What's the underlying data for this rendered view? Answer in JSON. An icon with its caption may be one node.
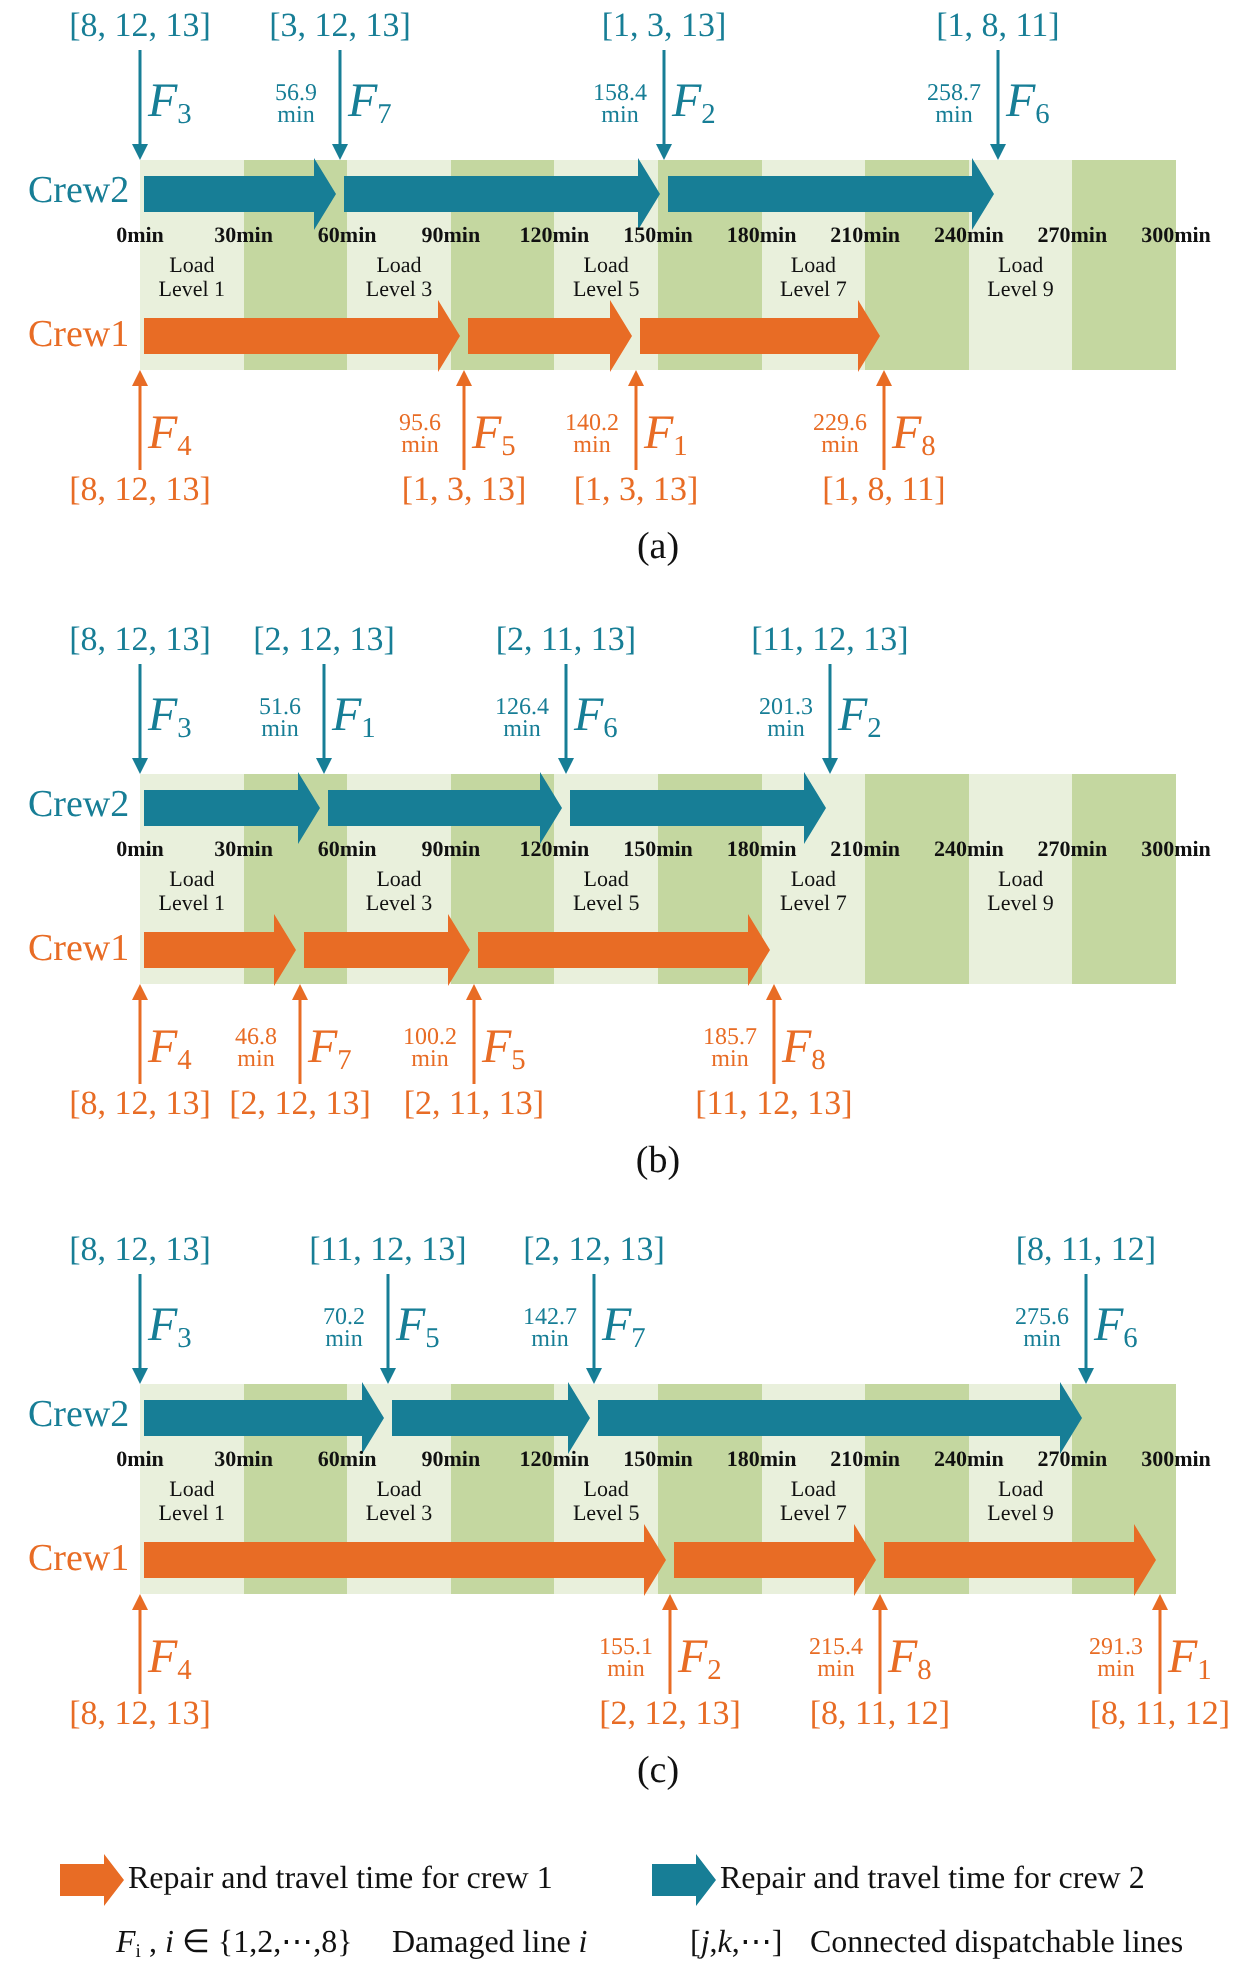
{
  "diagram": {
    "nodes": [
      {
        "text": [
          "Load Level 1",
          "Load Level 3",
          "Load Level 5",
          "Load Level 7",
          "Load Level 9"
        ]
      },
      {
        "text": [
          "*F*$_{3}$"
        ],
        "beside": [
          "[8, 12, 13]"
        ]
      },
      {
        "text": [
          "*F*$_{7}$"
        ],
        "beside": [
          "56.9 min",
          "[3, 12, 13]"
        ]
      },
      {
        "text": [
          "*F*$_{2}$"
        ],
        "beside": [
          "158.4 min",
          "[1, 3, 13]"
        ]
      },
      {
        "text": [
          "*F*$_{6}$"
        ],
        "beside": [
          "258.7 min",
          "[1, 8, 11]"
        ]
      },
      {
        "text": [
          "*F*$_{4}$"
        ],
        "beside": [
          "[8, 12, 13]"
        ]
      },
      {
        "text": [
          "*F*$_{5}$"
        ],
        "beside": [
          "95.6 min",
          "[1, 3, 13]"
        ]
      },
      {
        "text": [
          "*F*$_{1}$"
        ],
        "beside": [
          "140.2 min",
          "[1, 3, 13]"
        ]
      },
      {
        "text": [
          "*F*$_{8}$"
        ],
        "beside": [
          "229.6 min",
          "[1, 8, 11]"
        ]
      },
      {
        "text": [
          "Load Level 1",
          "Load Level 3",
          "Load Level 5",
          "Load Level 7",
          "Load Level 9"
        ]
      },
      {
        "text": [
          "*F*$_{3}$"
        ],
        "beside": [
          "[8, 12, 13]"
        ]
      },
      {
        "text": [
          "*F*$_{1}$"
        ],
        "beside": [
          "51.6 min",
          "[2, 12, 13]"
        ]
      },
      {
        "text": [
          "*F*$_{6}$"
        ],
        "beside": [
          "126.4 min",
          "[2, 11, 13]"
        ]
      },
      {
        "text": [
          "*F*$_{2}$"
        ],
        "beside": [
          "201.3 min",
          "[11, 12, 13]"
        ]
      },
      {
        "text": [
          "*F*$_{4}$"
        ],
        "beside": [
          "[8, 12, 13]"
        ]
      },
      {
        "text": [
          "*F*$_{7}$"
        ],
        "beside": [
          "46.8 min",
          "[2, 12, 13]"
        ]
      },
      {
        "text": [
          "*F*$_{5}$"
        ],
        "beside": [
          "100.2 min",
          "[2, 11, 13]"
        ]
      },
      {
        "text": [
          "*F*$_{8}$"
        ],
        "beside": [
          "185.7 min",
          "[11, 12, 13]"
        ]
      },
      {
        "text": [
          "Load Level 1",
          "Load Level 3",
          "Load Level 5",
          "Load Level 7",
          "Load Level 9"
        ]
      },
      {
        "text": [
          "*F*$_{3}$"
        ],
        "beside": [
          "[8, 12, 13]"
        ]
      },
      {
        "text": [
          "*F*$_{5}$"
        ],
        "beside": [
          "70.2 min",
          "[11, 12, 13]"
        ]
      },
      {
        "text": [
          "*F*$_{7}$"
        ],
        "beside": [
          "142.7 min",
          "[2, 12, 13]"
        ]
      },
      {
        "text": [
          "*F*$_{6}$"
        ],
        "beside": [
          "275.6 min",
          "[8, 11, 12]"
        ]
      },
      {
        "text": [
          "*F*$_{4}$"
        ],
        "beside": [
          "[8, 12, 13]"
        ]
      },
      {
        "text": [
          "*F*$_{2}$"
        ],
        "beside": [
          "155.1 min",
          "[2, 12, 13]"
        ]
      },
      {
        "text": [
          "*F*$_{8}$"
        ],
        "beside": [
          "215.4 min",
          "[8, 11, 12]"
        ]
      },
      {
        "text": [
          "*F*$_{1}$"
        ],
        "beside": [
          "291.3 min",
          "[8, 11, 12]"
        ]
      }
    ],
    "edges": [
      {
        "from": 1,
        "to": 2,
        "arrow": "to",
        "style": "thick",
        "color": "#177e96"
      },
      {
        "from": 2,
        "to": 3,
        "arrow": "to",
        "style": "thick",
        "color": "#177e96"
      },
      {
        "from": 3,
        "to": 4,
        "arrow": "to",
        "style": "thick",
        "color": "#177e96"
      },
      {
        "from": 5,
        "to": 6,
        "arrow": "to",
        "style": "thick",
        "color": "#e86c25"
      },
      {
        "from": 6,
        "to": 7,
        "arrow": "to",
        "style": "thick",
        "color": "#e86c25"
      },
      {
        "from": 7,
        "to": 8,
        "arrow": "to",
        "style": "thick",
        "color": "#e86c25"
      },
      {
        "from": 10,
        "to": 11,
        "arrow": "to",
        "style": "thick",
        "color": "#177e96"
      },
      {
        "from": 11,
        "to": 12,
        "arrow": "to",
        "style": "thick",
        "color": "#177e96"
      },
      {
        "from": 12,
        "to": 13,
        "arrow": "to",
        "style": "thick",
        "color": "#177e96"
      },
      {
        "from": 14,
        "to": 15,
        "arrow": "to",
        "style": "thick",
        "color": "#e86c25"
      },
      {
        "from": 15,
        "to": 16,
        "arrow": "to",
        "style": "thick",
        "color": "#e86c25"
      },
      {
        "from": 16,
        "to": 17,
        "arrow": "to",
        "style": "thick",
        "color": "#e86c25"
      },
      {
        "from": 19,
        "to": 20,
        "arrow": "to",
        "style": "thick",
        "color": "#177e96"
      },
      {
        "from": 20,
        "to": 21,
        "arrow": "to",
        "style": "thick",
        "color": "#177e96"
      },
      {
        "from": 21,
        "to": 22,
        "arrow": "to",
        "style": "thick",
        "color": "#177e96"
      },
      {
        "from": 23,
        "to": 24,
        "arrow": "to",
        "style": "thick",
        "color": "#e86c25"
      },
      {
        "from": 24,
        "to": 25,
        "arrow": "to",
        "style": "thick",
        "color": "#e86c25"
      },
      {
        "from": 25,
        "to": 26,
        "arrow": "to",
        "style": "thick",
        "color": "#e86c25"
      }
    ],
    "labels": [
      "Crew2",
      "0min",
      "30min",
      "60min",
      "90min",
      "120min",
      "150min",
      "180min",
      "210min",
      "240min",
      "270min",
      "300min",
      "Crew1",
      "(a)",
      "Crew2",
      "0min",
      "30min",
      "60min",
      "90min",
      "120min",
      "150min",
      "180min",
      "210min",
      "240min",
      "270min",
      "300min",
      "Crew1",
      "(b)",
      "Crew2",
      "0min",
      "30min",
      "60min",
      "90min",
      "120min",
      "150min",
      "180min",
      "210min",
      "240min",
      "270min",
      "300min",
      "Crew1",
      "(c)",
      "*F*$_{i}$ , *i* ∈ {1,2,⋯,8}",
      "Damaged line *i*",
      "[*j*,*k*,⋯]",
      "Connected dispatchable lines"
    ],
    "legend": [
      {
        "text": "Repair and travel time for crew 1",
        "color": "#e86c25"
      },
      {
        "text": "Repair and travel time for crew 2",
        "color": "#177e96"
      }
    ]
  }
}
